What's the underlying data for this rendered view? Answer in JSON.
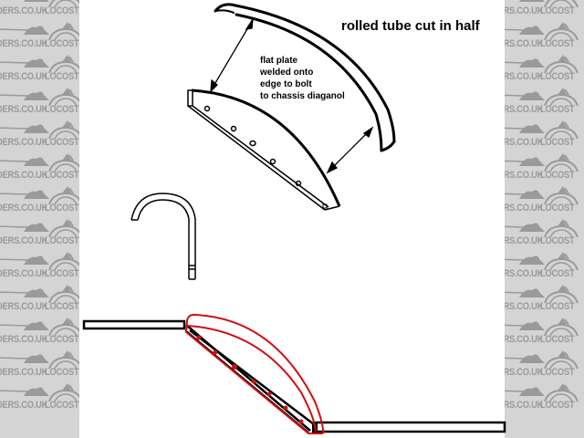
{
  "watermark": {
    "left_text": "DERS.CO.UK",
    "right_text": "LOCOST",
    "color": "#9a9a9a",
    "background": "#d4d4d4",
    "rows": 13
  },
  "diagram": {
    "title": "rolled tube cut in half",
    "note_lines": [
      "flat plate",
      "welded onto",
      "edge to bolt",
      "to chassis diaganol"
    ],
    "stroke_color": "#000000",
    "highlight_color": "#d01010"
  }
}
